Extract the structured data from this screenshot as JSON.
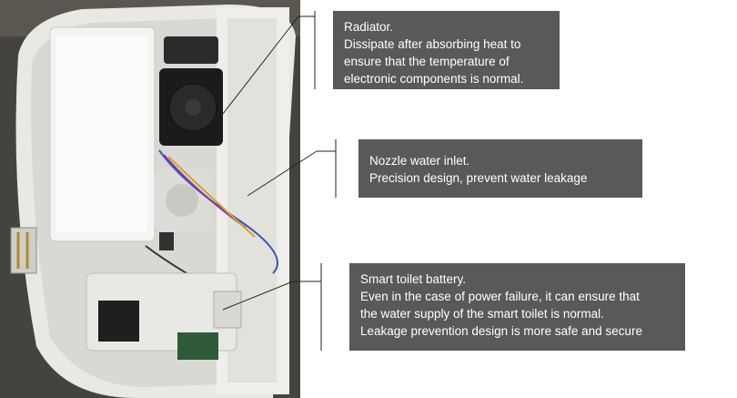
{
  "callouts": [
    {
      "name": "radiator",
      "lines": [
        "Radiator.",
        "Dissipate after absorbing heat to",
        "ensure that the temperature of",
        "electronic components is normal."
      ]
    },
    {
      "name": "nozzle-water-inlet",
      "lines": [
        "Nozzle water inlet.",
        "Precision design, prevent water leakage"
      ]
    },
    {
      "name": "smart-toilet-battery",
      "lines": [
        "Smart toilet battery.",
        "Even in the case of power failure, it can ensure that",
        "the water supply of the smart toilet is normal.",
        "Leakage prevention design is more safe and secure"
      ]
    }
  ],
  "colors": {
    "callout_bg": "#595959",
    "callout_text": "#ffffff",
    "leader_line": "#222222"
  }
}
